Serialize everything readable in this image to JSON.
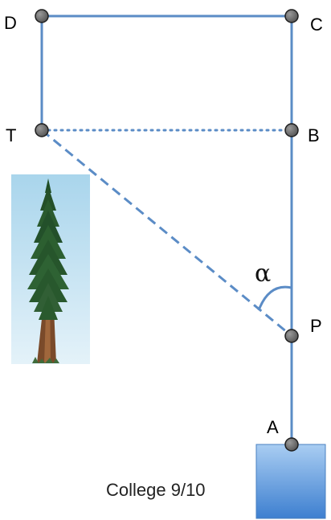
{
  "points": {
    "D": "D",
    "C": "C",
    "T": "T",
    "B": "B",
    "P": "P",
    "A": "A"
  },
  "angle_label": "α",
  "caption": "College 9/10",
  "colors": {
    "line": "#5b8cc6",
    "point_fill": "#6e6e6e",
    "point_stroke": "#1e1e1e",
    "building_top": "#a9cdf2",
    "building_bottom": "#3d7fd0",
    "tree_bg": "#bcdff0"
  },
  "icons": {
    "tree": "redwood-tree-icon",
    "building": "building-icon"
  }
}
